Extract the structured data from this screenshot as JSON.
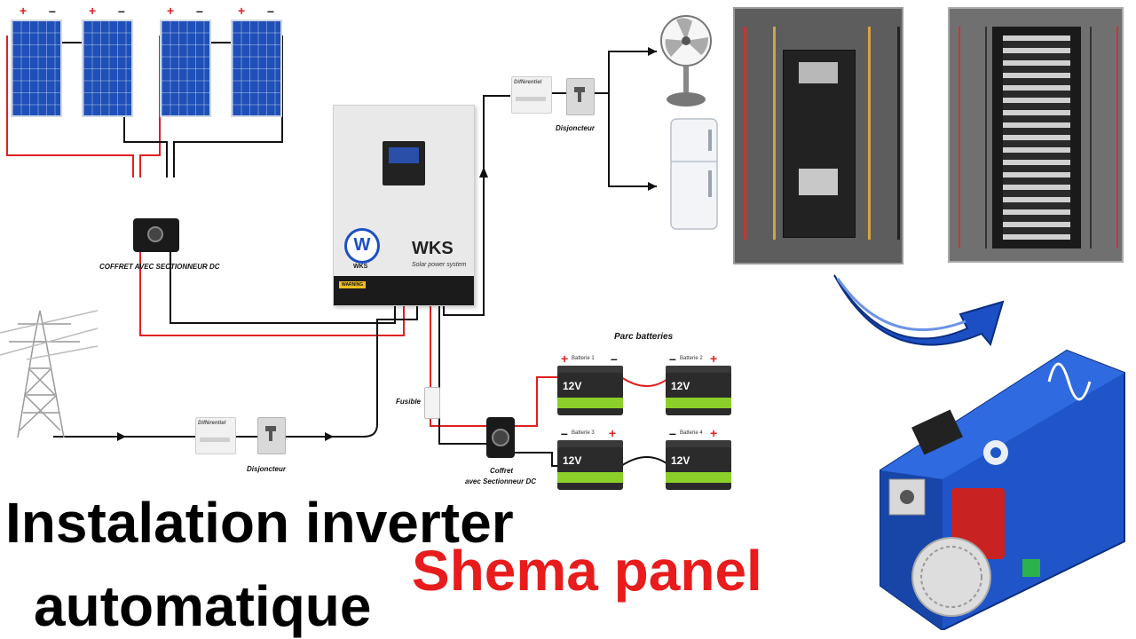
{
  "diagram": {
    "coffret_dc_label": "COFFRET AVEC SECTIONNEUR DC",
    "inverter_brand": "WKS",
    "inverter_logo_small": "WKS",
    "inverter_tagline": "Solar power system",
    "inverter_warning": "WARNING",
    "differentiel_top": "Différentiel",
    "disjoncteur_top": "Disjoncteur",
    "differentiel_bottom": "Différentiel",
    "disjoncteur_bottom": "Disjoncteur",
    "fusible": "Fusible",
    "coffret_battery_line1": "Coffret",
    "coffret_battery_line2": "avec Sectionneur DC",
    "parc_batteries": "Parc batteries",
    "batteries": [
      {
        "name": "Batterie 1",
        "voltage": "12V"
      },
      {
        "name": "Batterie 2",
        "voltage": "12V"
      },
      {
        "name": "Batterie 3",
        "voltage": "12V"
      },
      {
        "name": "Batterie 4",
        "voltage": "12V"
      }
    ],
    "plus_sign": "+",
    "minus_sign": "–"
  },
  "overlay": {
    "title_line1": "Instalation inverter",
    "title_line2": "automatique",
    "subtitle": "Shema panel"
  },
  "colors": {
    "wire_red": "#e02020",
    "wire_black": "#111111",
    "panel_blue": "#1f4fb8",
    "inverter_blue": "#1f55c8",
    "arrow_blue": "#1c4fc4",
    "subtitle_red": "#e81c1c"
  }
}
